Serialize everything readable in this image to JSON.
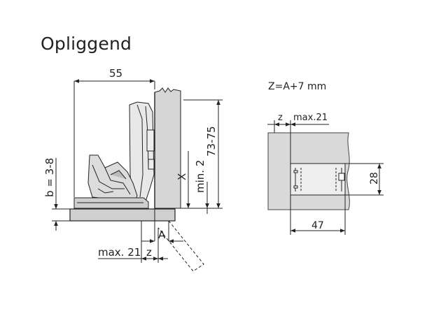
{
  "title": "Opliggend",
  "side_view": {
    "width_dimension": "55",
    "gap_dimension": "b = 3-8",
    "height_dimension": "73-75",
    "min_dimension": "min. 2",
    "x_label": "X",
    "a_label": "A",
    "max_dimension": "max. 21",
    "z_label": "z"
  },
  "top_view": {
    "formula": "Z=A+7 mm",
    "z_label": "z",
    "max_label": "max.21",
    "width_dimension": "47",
    "height_dimension": "28"
  },
  "colors": {
    "line": "#222222",
    "panel_fill": "#cfcfcf",
    "door_fill": "#d9d9d9",
    "hinge_fill": "#e6e6e6",
    "cabinet_fill": "#dcdcdc"
  }
}
